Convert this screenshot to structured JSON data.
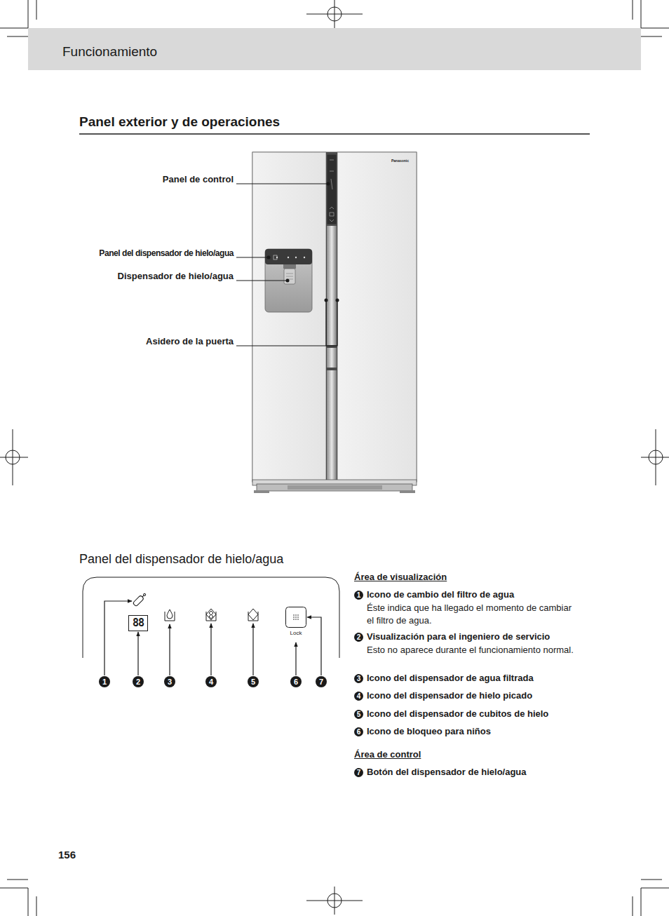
{
  "diagram": {
    "title": "Panel exterior y de operaciones",
    "nodes": [
      {
        "text": [
          "Funcionamiento"
        ]
      },
      {
        "text": [
          "88"
        ]
      },
      {
        "text": [
          "Lock"
        ]
      },
      {
        "text": [
          "1"
        ]
      },
      {
        "text": [
          "2"
        ]
      },
      {
        "text": [
          "3"
        ]
      },
      {
        "text": [
          "4"
        ]
      },
      {
        "text": [
          "5"
        ]
      },
      {
        "text": [
          "6"
        ]
      },
      {
        "text": [
          "7"
        ]
      },
      {
        "text": [
          "1"
        ]
      },
      {
        "text": [
          "2"
        ]
      },
      {
        "text": [
          "3"
        ]
      },
      {
        "text": [
          "4"
        ]
      },
      {
        "text": [
          "5"
        ]
      },
      {
        "text": [
          "6"
        ]
      },
      {
        "text": [
          "7"
        ]
      }
    ],
    "edges": [
      {
        "from": 4,
        "to": 1,
        "arrow": "to"
      },
      {
        "from": 8,
        "to": 2,
        "arrow": "to"
      },
      {
        "from": 9,
        "to": 2,
        "arrow": "to"
      }
    ],
    "labels": [
      "Panel de control",
      "Panel del dispensador de hielo/agua",
      "Dispensador de hielo/agua",
      "Asidero de la puerta",
      "Panasonic",
      "Panel del dispensador de hielo/agua",
      "Área de visualización",
      "Icono de cambio del filtro de agua",
      "Éste indica que ha llegado el momento de cambiar el filtro de agua.",
      "Visualización para el ingeniero de servicio",
      "Esto no aparece durante el funcionamiento normal.",
      "Icono del dispensador de agua filtrada",
      "Icono del dispensador de hielo picado",
      "Icono del dispensador de cubitos de hielo",
      "Icono de bloqueo para niños",
      "Área de control",
      "Botón del dispensador de hielo/agua",
      "156"
    ]
  }
}
